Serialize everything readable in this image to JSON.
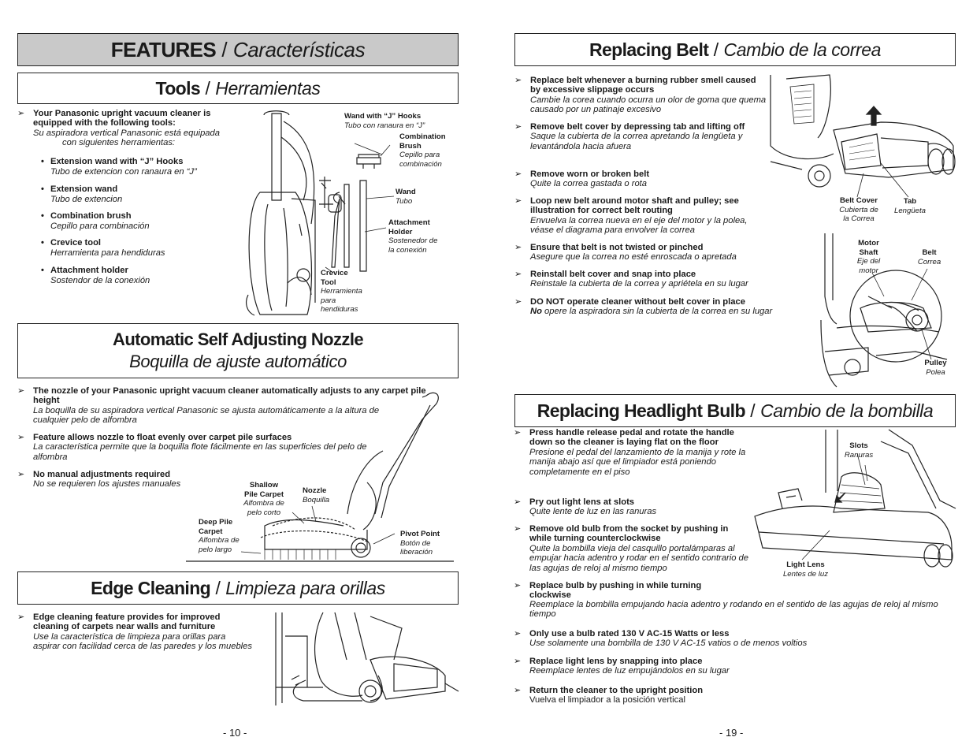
{
  "left": {
    "features": {
      "bold": "FEATURES",
      "sep": " / ",
      "italic": "Características"
    },
    "tools": {
      "bold": "Tools",
      "sep": " / ",
      "italic": "Herramientas"
    },
    "tools_intro": {
      "en": "Your Panasonic upright vacuum cleaner is equipped with the following tools:",
      "es1": "Su aspiradora vertical Panasonic está equipada",
      "es2": "con siguientes herramientas:"
    },
    "tool_items": [
      {
        "en": "Extension wand with “J” Hooks",
        "es": "Tubo de extencion con ranaura en “J”"
      },
      {
        "en": "Extension wand",
        "es": "Tubo de extencion"
      },
      {
        "en": "Combination brush",
        "es": "Cepillo para combinación"
      },
      {
        "en": "Crevice tool",
        "es": "Herramienta para hendiduras"
      },
      {
        "en": "Attachment holder",
        "es": "Sostendor de la conexión"
      }
    ],
    "tool_labels": {
      "wand_hooks": {
        "en": "Wand with “J” Hooks",
        "es": "Tubo con ranaura en “J”"
      },
      "combination": {
        "en1": "Combination",
        "en2": "Brush",
        "es1": "Cepillo para",
        "es2": "combinación"
      },
      "wand": {
        "en": "Wand",
        "es": "Tubo"
      },
      "holder": {
        "en1": "Attachment",
        "en2": "Holder",
        "es1": "Sostenedor de",
        "es2": "la conexión"
      },
      "crevice": {
        "en1": "Crevice",
        "en2": "Tool",
        "es1": "Herramienta",
        "es2": "para",
        "es3": "hendiduras"
      }
    },
    "nozzle_title": {
      "en": "Automatic Self Adjusting Nozzle",
      "es": "Boquilla de ajuste automático"
    },
    "nozzle_bullets": [
      {
        "en": "The nozzle of your Panasonic upright vacuum cleaner automatically adjusts to any carpet pile height",
        "es": "La boquilla de su aspiradora vertical Panasonic se ajusta automáticamente a la altura de cualquier pelo de alfombra"
      },
      {
        "en": "Feature allows nozzle to float evenly over carpet pile surfaces",
        "es": "La característica permite que la boquilla flote fácilmente en las superficies del pelo de alfombra"
      },
      {
        "en": "No manual adjustments required",
        "es": "No se requieren los ajustes manuales"
      }
    ],
    "nozzle_labels": {
      "shallow": {
        "en1": "Shallow",
        "en2": "Pile Carpet",
        "es1": "Alfombra de",
        "es2": "pelo corto"
      },
      "nozzle": {
        "en": "Nozzle",
        "es": "Boquilla"
      },
      "deep": {
        "en1": "Deep Pile",
        "en2": "Carpet",
        "es1": "Alfombra de",
        "es2": "pelo largo"
      },
      "pivot": {
        "en": "Pivot Point",
        "es1": "Botón de",
        "es2": "liberación"
      }
    },
    "edge": {
      "bold": "Edge Cleaning",
      "sep": " / ",
      "italic": "Limpieza para orillas"
    },
    "edge_bullet": {
      "en": "Edge cleaning feature provides for improved cleaning of carpets near walls and furniture",
      "es": "Use la característica de limpieza para orillas para aspirar con facilidad cerca de las paredes y los muebles"
    },
    "page": "- 10 -"
  },
  "right": {
    "belt_title": {
      "bold": "Replacing Belt",
      "sep": " / ",
      "italic": "Cambio de la correa"
    },
    "belt_bullets": [
      {
        "en": "Replace belt whenever a burning rubber smell caused by excessive slippage occurs",
        "es": "Cambie la corea cuando ocurra un olor de goma que quema causado por un patinaje excesivo"
      },
      {
        "en": "Remove belt cover by depressing tab and lifting off",
        "es": "Saque la cubierta de la correa apretando la lengüeta y levantándola hacia afuera"
      },
      {
        "en": "Remove worn or broken belt",
        "es": "Quite la correa gastada o rota"
      },
      {
        "en": "Loop new belt around motor shaft and pulley; see illustration for correct belt routing",
        "es": "Envuelva la correa nueva en el eje del motor y la polea, véase el diagrama  para envolver la correa"
      },
      {
        "en": "Ensure that belt is not twisted or pinched",
        "es": "Asegure que la correa no esté enroscada o apretada"
      },
      {
        "en": "Reinstall belt cover and snap into place",
        "es": "Reinstale la cubierta de la correa y apriétela en su lugar"
      },
      {
        "en": "DO NOT operate cleaner without belt cover in place",
        "es_bold": "No",
        "es": "  opere la aspiradora sin la cubierta de la correa en su lugar"
      }
    ],
    "belt_labels": {
      "cover": {
        "en": "Belt Cover",
        "es1": "Cubierta de",
        "es2": "la Correa"
      },
      "tab": {
        "en": "Tab",
        "es": "Lengüeta"
      },
      "motor": {
        "en1": "Motor",
        "en2": "Shaft",
        "es1": "Eje del",
        "es2": "motor"
      },
      "belt": {
        "en": "Belt",
        "es": "Correa"
      },
      "pulley": {
        "en": "Pulley",
        "es": "Polea"
      }
    },
    "bulb_title": {
      "bold": "Replacing Headlight Bulb",
      "sep": " / ",
      "italic": "Cambio de la bombilla"
    },
    "bulb_bullets": [
      {
        "en": "Press handle release pedal and rotate the handle down so the cleaner is laying flat on the floor",
        "es": "Presione el pedal del lanzamiento de la manija y rote la manija abajo así que el limpiador está poniendo completamente en el piso"
      },
      {
        "en": "Pry out light lens at slots",
        "es": "Quite lente de luz en las ranuras"
      },
      {
        "en": "Remove old bulb from the socket by pushing in while turning counterclockwise",
        "es": "Quite la bombilla vieja del casquillo portalámparas al empujar hacia adentro y rodar en el sentido contrario de las agujas de reloj al mismo tiempo"
      },
      {
        "en": "Replace bulb by pushing in while turning clockwise",
        "es": "Reemplace la bombilla empujando hacia adentro y rodando en el sentido de las agujas de reloj al mismo tiempo"
      },
      {
        "en": "Only use a bulb rated 130 V AC-15 Watts or less",
        "es": "Use solamente una bombilla de 130 V AC-15 vatios o de menos voltios"
      },
      {
        "en": "Replace light lens by snapping into place",
        "es": "Reemplace lentes de luz empujándolos en su lugar"
      },
      {
        "en": "Return the cleaner to the upright position",
        "es": "Vuelva el limpiador a la posición vertical"
      }
    ],
    "bulb_labels": {
      "slots": {
        "en": "Slots",
        "es": "Ranuras"
      },
      "lens": {
        "en": "Light Lens",
        "es": "Lentes de luz"
      }
    },
    "page": "- 19 -"
  },
  "arrow_glyph": "➢",
  "bullet_glyph": "•"
}
